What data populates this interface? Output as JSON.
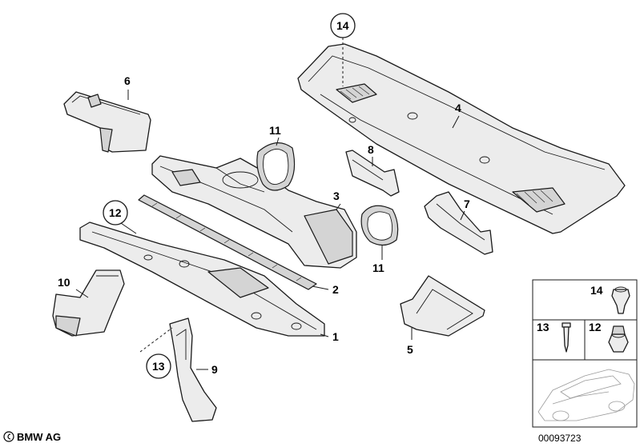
{
  "callouts": {
    "c1": "1",
    "c2": "2",
    "c3": "3",
    "c4": "4",
    "c5": "5",
    "c6": "6",
    "c7": "7",
    "c8": "8",
    "c9": "9",
    "c10": "10",
    "c11a": "11",
    "c11b": "11",
    "c12": "12",
    "c13": "13",
    "c14": "14"
  },
  "legend": {
    "l14": "14",
    "l13": "13",
    "l12": "12"
  },
  "footer": {
    "brand": "BMW AG",
    "copyright": "©",
    "diagram_code": "00093723"
  }
}
